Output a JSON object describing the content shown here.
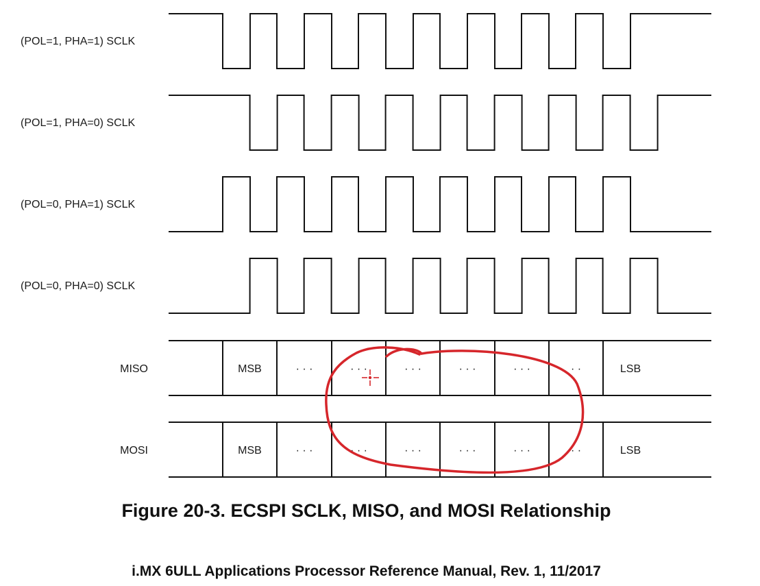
{
  "figure": {
    "caption": "Figure 20-3. ECSPI SCLK, MISO, and MOSI Relationship",
    "footer": "i.MX 6ULL Applications Processor Reference Manual, Rev. 1, 11/2017"
  },
  "clocks": [
    {
      "label": "(POL=1, PHA=1) SCLK",
      "idle": "high",
      "phase": "early"
    },
    {
      "label": "(POL=1, PHA=0) SCLK",
      "idle": "high",
      "phase": "late"
    },
    {
      "label": "(POL=0, PHA=1) SCLK",
      "idle": "low",
      "phase": "early"
    },
    {
      "label": "(POL=0, PHA=0) SCLK",
      "idle": "low",
      "phase": "late"
    }
  ],
  "buses": [
    {
      "label": "MISO",
      "cells": [
        "",
        "MSB",
        "· · ·",
        "· · ·",
        "· · ·",
        "· · ·",
        "· · ·",
        "· ·",
        "LSB"
      ]
    },
    {
      "label": "MOSI",
      "cells": [
        "",
        "MSB",
        "· · ·",
        "· · ·",
        "· · ·",
        "· · ·",
        "· · ·",
        "· ·",
        "LSB"
      ]
    }
  ],
  "annotation": {
    "stroke_color": "#d6262b",
    "cursor_icon": "crosshair-icon"
  }
}
